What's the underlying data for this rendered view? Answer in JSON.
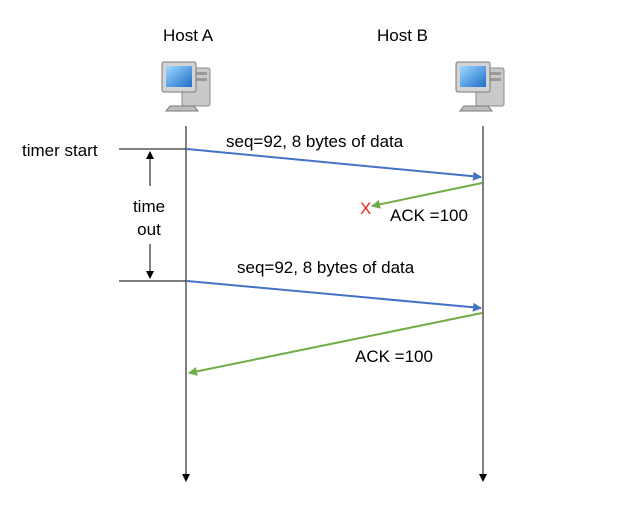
{
  "hosts": {
    "a": {
      "label": "Host A",
      "icon": "computer-icon"
    },
    "b": {
      "label": "Host B",
      "icon": "computer-icon"
    }
  },
  "timer": {
    "start_label": "timer start",
    "timeout_line1": "time",
    "timeout_line2": "out"
  },
  "messages": [
    {
      "label": "seq=92, 8 bytes of data",
      "from": "Host A",
      "to": "Host B",
      "color": "#4472c4"
    },
    {
      "label": "ACK =100",
      "from": "Host B",
      "to": "Host A",
      "color": "#70ad47",
      "lost": true
    },
    {
      "label": "seq=92, 8 bytes of data",
      "from": "Host A",
      "to": "Host B",
      "color": "#4472c4"
    },
    {
      "label": "ACK =100",
      "from": "Host B",
      "to": "Host A",
      "color": "#70ad47"
    }
  ],
  "loss_marker": "X",
  "colors": {
    "data": "#4472c4",
    "ack": "#70ad47",
    "loss": "#e8281e"
  }
}
